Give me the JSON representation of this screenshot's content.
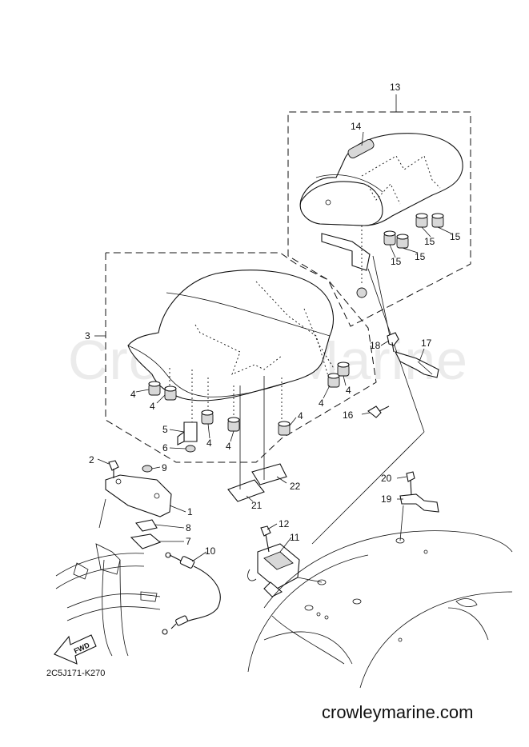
{
  "watermark": "Crowley Marine",
  "diagram_code": "2C5J171-K270",
  "brand": "crowleymarine.com",
  "fwd_label": "FWD",
  "callouts": {
    "c1": "1",
    "c2": "2",
    "c3": "3",
    "c4a": "4",
    "c4b": "4",
    "c4c": "4",
    "c4d": "4",
    "c4e": "4",
    "c4f": "4",
    "c5": "5",
    "c6": "6",
    "c7": "7",
    "c8": "8",
    "c9": "9",
    "c10": "10",
    "c11": "11",
    "c12": "12",
    "c13": "13",
    "c14": "14",
    "c15a": "15",
    "c15b": "15",
    "c15c": "15",
    "c15d": "15",
    "c16": "16",
    "c17": "17",
    "c18": "18",
    "c19": "19",
    "c20": "20",
    "c21": "21",
    "c22": "22"
  }
}
